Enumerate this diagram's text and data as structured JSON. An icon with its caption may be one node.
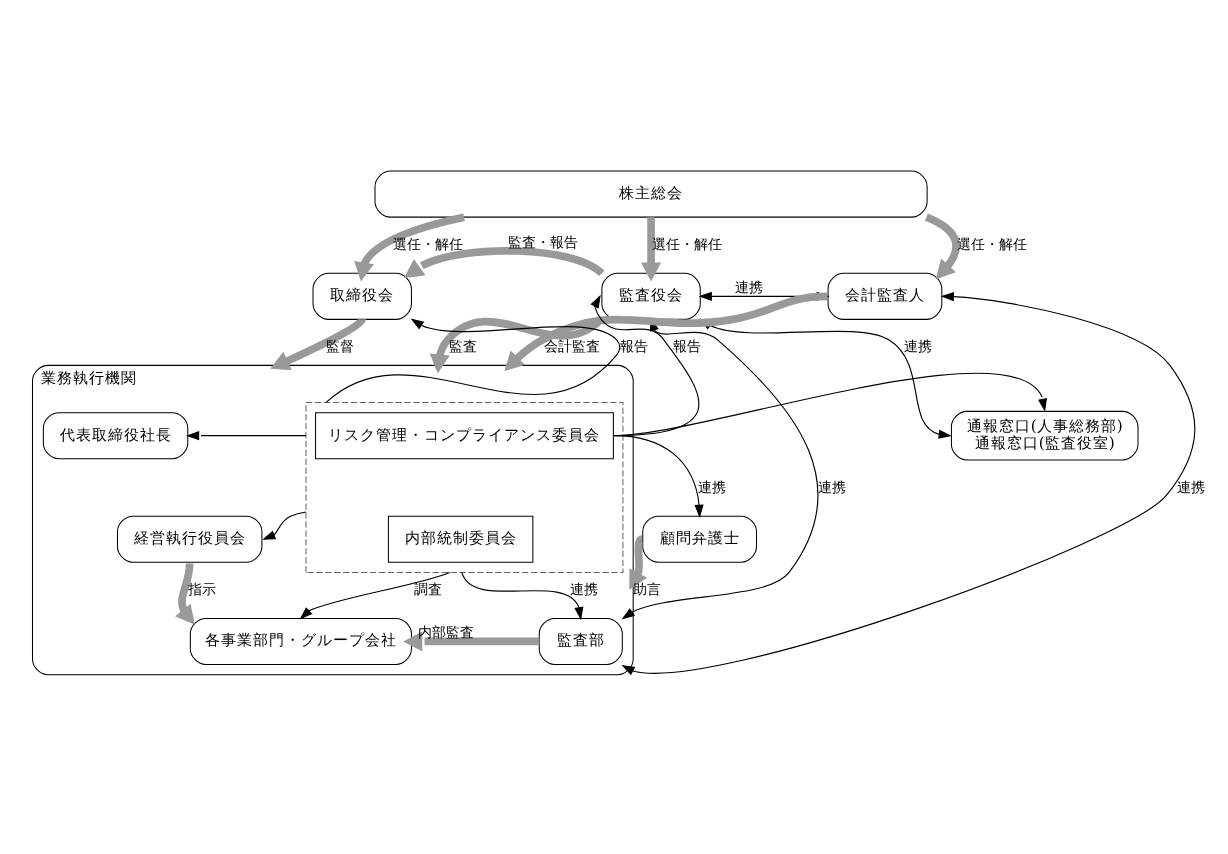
{
  "diagram": {
    "nodes": [
      {
        "text": [
          "株主総会"
        ]
      },
      {
        "text": [
          "取締役会"
        ]
      },
      {
        "text": [
          "監査役会"
        ]
      },
      {
        "text": [
          "会計監査人"
        ]
      },
      {
        "text": [
          "業務執行機関"
        ]
      },
      {
        "text": [
          "代表取締役社長"
        ],
        "in": 4
      },
      {
        "text": [
          "経営執行役員会"
        ],
        "in": 4
      },
      {
        "text": [],
        "shape": "box",
        "in": 4
      },
      {
        "text": [
          "リスク管理・コンプライアンス委員会"
        ],
        "in": 7
      },
      {
        "text": [
          "内部統制委員会"
        ],
        "in": 7
      },
      {
        "text": [
          "各事業部門・グループ会社"
        ],
        "in": 4
      },
      {
        "text": [
          "監査部"
        ],
        "in": 4
      },
      {
        "text": [
          "通報窓口(人事総務部)",
          "通報窓口(監査役室)"
        ]
      },
      {
        "text": [
          "顧問弁護士"
        ]
      }
    ],
    "edges": [
      {
        "from": 0,
        "to": 1,
        "arrow": "to",
        "label": "選任・解任",
        "style": "thick",
        "color": "#999999"
      },
      {
        "from": 0,
        "to": 2,
        "arrow": "to",
        "label": "選任・解任",
        "style": "thick",
        "color": "#999999"
      },
      {
        "from": 0,
        "to": 3,
        "arrow": "to",
        "label": "選任・解任",
        "style": "thick",
        "color": "#999999"
      },
      {
        "from": 2,
        "to": 1,
        "arrow": "to",
        "label": "監査・報告",
        "style": "thick",
        "color": "#999999"
      },
      {
        "from": 2,
        "to": 3,
        "arrow": "both",
        "label": "連携"
      },
      {
        "from": 1,
        "to": 4,
        "arrow": "to",
        "label": "監督",
        "style": "thick",
        "color": "#999999"
      },
      {
        "from": 2,
        "to": 4,
        "arrow": "to",
        "label": "監査",
        "style": "thick",
        "color": "#999999"
      },
      {
        "from": 3,
        "to": 4,
        "arrow": "to",
        "label": "会計監査",
        "style": "thick",
        "color": "#999999"
      },
      {
        "from": 7,
        "to": 1,
        "arrow": "to",
        "label": "報告"
      },
      {
        "from": 7,
        "to": 5,
        "arrow": "to"
      },
      {
        "from": 7,
        "to": 6,
        "arrow": "to"
      },
      {
        "from": 7,
        "to": 2,
        "arrow": "to",
        "label": "報告"
      },
      {
        "from": 2,
        "to": 12,
        "arrow": "both",
        "label": "連携"
      },
      {
        "from": 8,
        "to": 12,
        "arrow": "to"
      },
      {
        "from": 8,
        "to": 13,
        "arrow": "to",
        "label": "連携"
      },
      {
        "from": 13,
        "to": 4,
        "arrow": "to",
        "label": "助言",
        "style": "thick",
        "color": "#999999"
      },
      {
        "from": 2,
        "to": 11,
        "arrow": "both",
        "label": "連携"
      },
      {
        "from": 3,
        "to": 11,
        "arrow": "both",
        "label": "連携"
      },
      {
        "from": 6,
        "to": 10,
        "arrow": "to",
        "label": "指示",
        "style": "thick",
        "color": "#999999"
      },
      {
        "from": 7,
        "to": 10,
        "arrow": "to",
        "label": "調査"
      },
      {
        "from": 7,
        "to": 11,
        "arrow": "to",
        "label": "連携"
      },
      {
        "from": 11,
        "to": 10,
        "arrow": "to",
        "label": "内部監査",
        "style": "thick",
        "color": "#999999"
      }
    ]
  }
}
